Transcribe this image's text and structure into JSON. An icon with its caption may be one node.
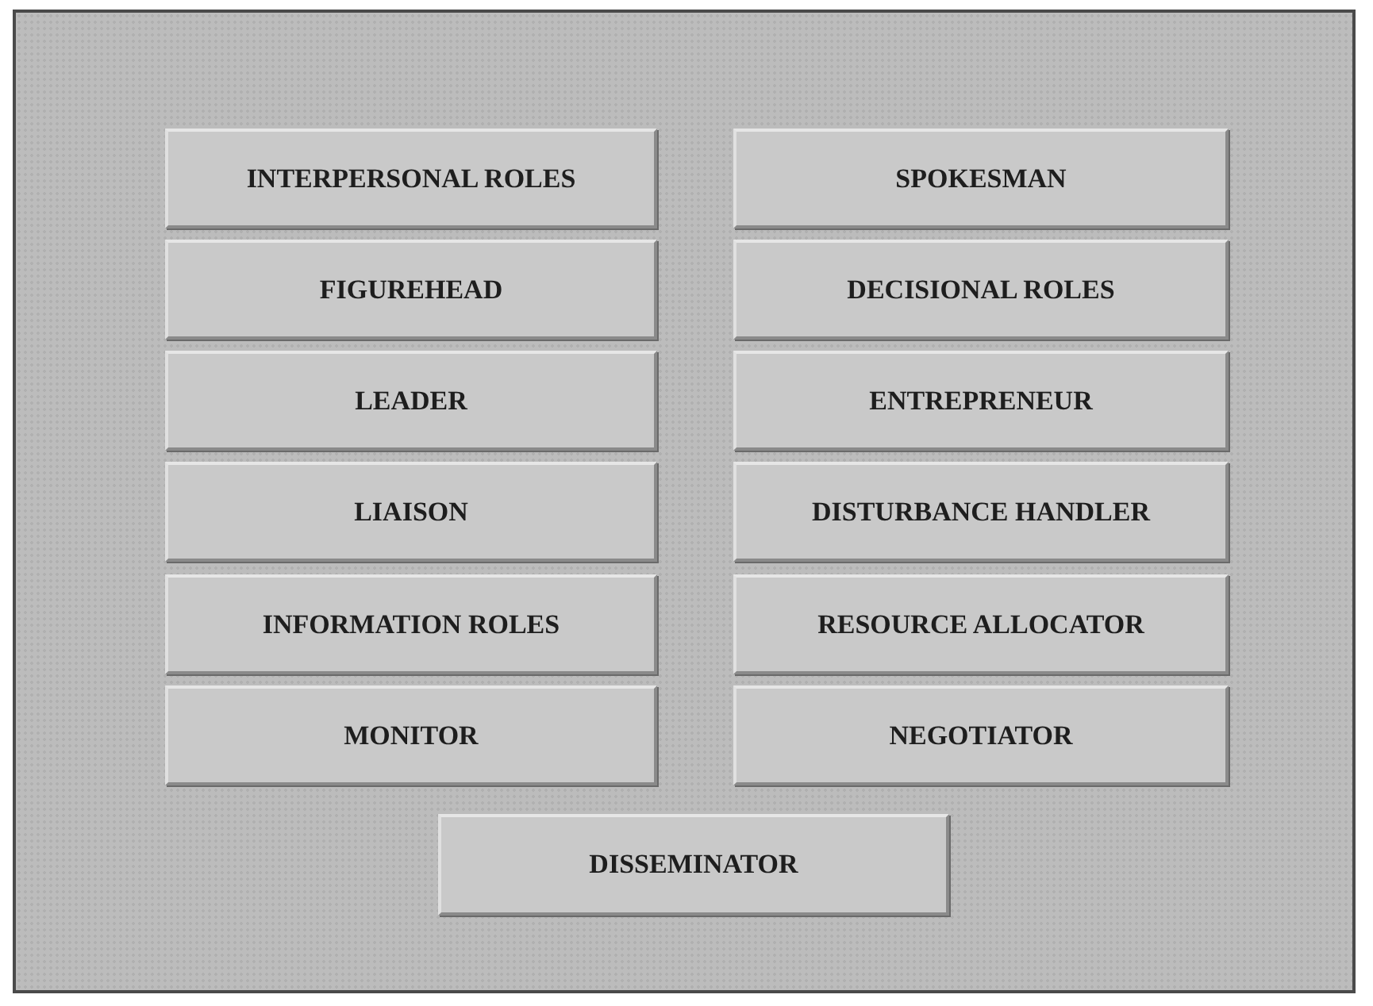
{
  "diagram": {
    "nodes": [
      {
        "text": [
          "INTERPERSONAL ROLES"
        ]
      },
      {
        "text": [
          "SPOKESMAN"
        ]
      },
      {
        "text": [
          "FIGUREHEAD"
        ]
      },
      {
        "text": [
          "DECISIONAL ROLES"
        ]
      },
      {
        "text": [
          "LEADER"
        ]
      },
      {
        "text": [
          "ENTREPRENEUR"
        ]
      },
      {
        "text": [
          "LIAISON"
        ]
      },
      {
        "text": [
          "DISTURBANCE HANDLER"
        ]
      },
      {
        "text": [
          "INFORMATION ROLES"
        ]
      },
      {
        "text": [
          "RESOURCE ALLOCATOR"
        ]
      },
      {
        "text": [
          "MONITOR"
        ]
      },
      {
        "text": [
          "NEGOTIATOR"
        ]
      },
      {
        "text": [
          "DISSEMINATOR"
        ]
      }
    ]
  }
}
